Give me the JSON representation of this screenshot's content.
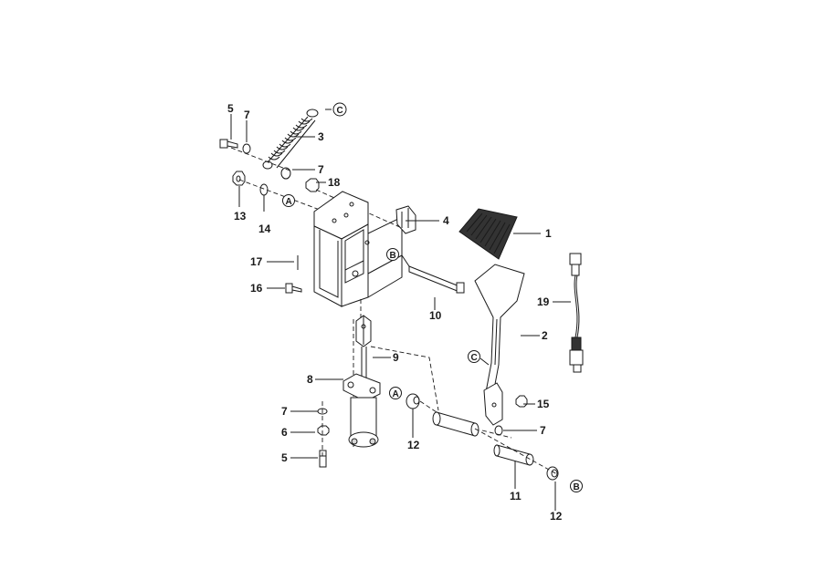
{
  "callouts": {
    "c1": "1",
    "c2": "2",
    "c3": "3",
    "c4": "4",
    "c5a": "5",
    "c5b": "5",
    "c6": "6",
    "c7a": "7",
    "c7b": "7",
    "c7c": "7",
    "c7d": "7",
    "c8": "8",
    "c9": "9",
    "c10": "10",
    "c11": "11",
    "c12a": "12",
    "c12b": "12",
    "c13": "13",
    "c14": "14",
    "c15": "15",
    "c16": "16",
    "c17": "17",
    "c18": "18",
    "c19": "19"
  },
  "refs": {
    "a_top": "A",
    "a_bottom": "A",
    "b_mid": "B",
    "b_bottom": "B",
    "c_top": "C",
    "c_pedal": "C"
  }
}
